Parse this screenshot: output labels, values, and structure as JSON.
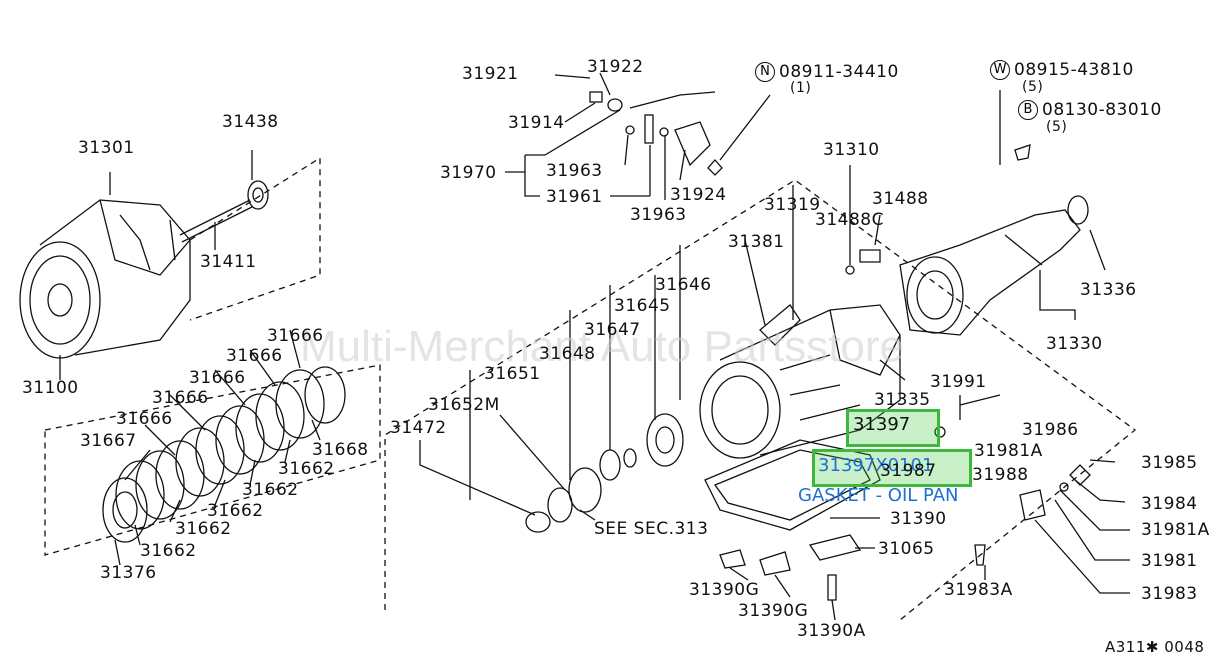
{
  "watermark": "Multi-Merchant Auto Partsstore",
  "diagram_code": "A311✱ 0048",
  "highlight": {
    "part_a": "31397",
    "part_b": "31397X0101",
    "caption": "GASKET - OIL PAN"
  },
  "callouts": {
    "c31921": "31921",
    "c31922": "31922",
    "c31914": "31914",
    "c31963a": "31963",
    "c31970": "31970",
    "c31961": "31961",
    "c31963b": "31963",
    "c31924": "31924",
    "c08911_num": "08911-34410",
    "c08911_mark": "N",
    "c08911_qty": "(1)",
    "c08915_num": "08915-43810",
    "c08915_mark": "W",
    "c08915_qty": "(5)",
    "c08130_num": "08130-83010",
    "c08130_mark": "B",
    "c08130_qty": "(5)",
    "c31310": "31310",
    "c31319": "31319",
    "c31488": "31488",
    "c31488c": "31488C",
    "c31381": "31381",
    "c31646": "31646",
    "c31645": "31645",
    "c31647": "31647",
    "c31648": "31648",
    "c31651": "31651",
    "c31652m": "31652M",
    "c31472": "31472",
    "c31336": "31336",
    "c31330": "31330",
    "c31335": "31335",
    "c31991": "31991",
    "c31986": "31986",
    "c31981a_top": "31981A",
    "c31985": "31985",
    "c31988": "31988",
    "c31984": "31984",
    "c31981a_bot": "31981A",
    "c31981": "31981",
    "c31983": "31983",
    "c31983a": "31983A",
    "c31390": "31390",
    "c31065": "31065",
    "c31390g_a": "31390G",
    "c31390g_b": "31390G",
    "c31390a": "31390A",
    "c31987": "31987",
    "see_sec": "SEE SEC.313",
    "c31301": "31301",
    "c31438": "31438",
    "c31411": "31411",
    "c31100": "31100",
    "c31666_a": "31666",
    "c31666_b": "31666",
    "c31666_c": "31666",
    "c31666_d": "31666",
    "c31666_e": "31666",
    "c31667": "31667",
    "c31668": "31668",
    "c31662_a": "31662",
    "c31662_b": "31662",
    "c31662_c": "31662",
    "c31662_d": "31662",
    "c31376": "31376"
  }
}
